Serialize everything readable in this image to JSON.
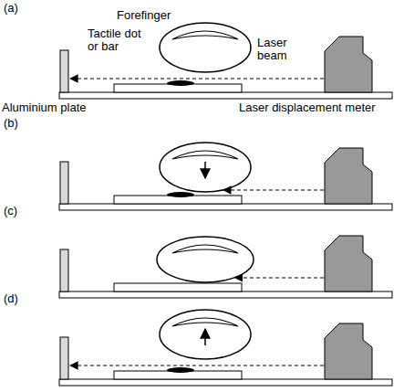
{
  "diagram": {
    "labels": [
      "(a)",
      "Forefinger",
      "Tactile dot or bar",
      "Laser beam",
      "Aluminium plate",
      "Laser displacement meter",
      "(b)",
      "(c)",
      "(d)"
    ]
  }
}
